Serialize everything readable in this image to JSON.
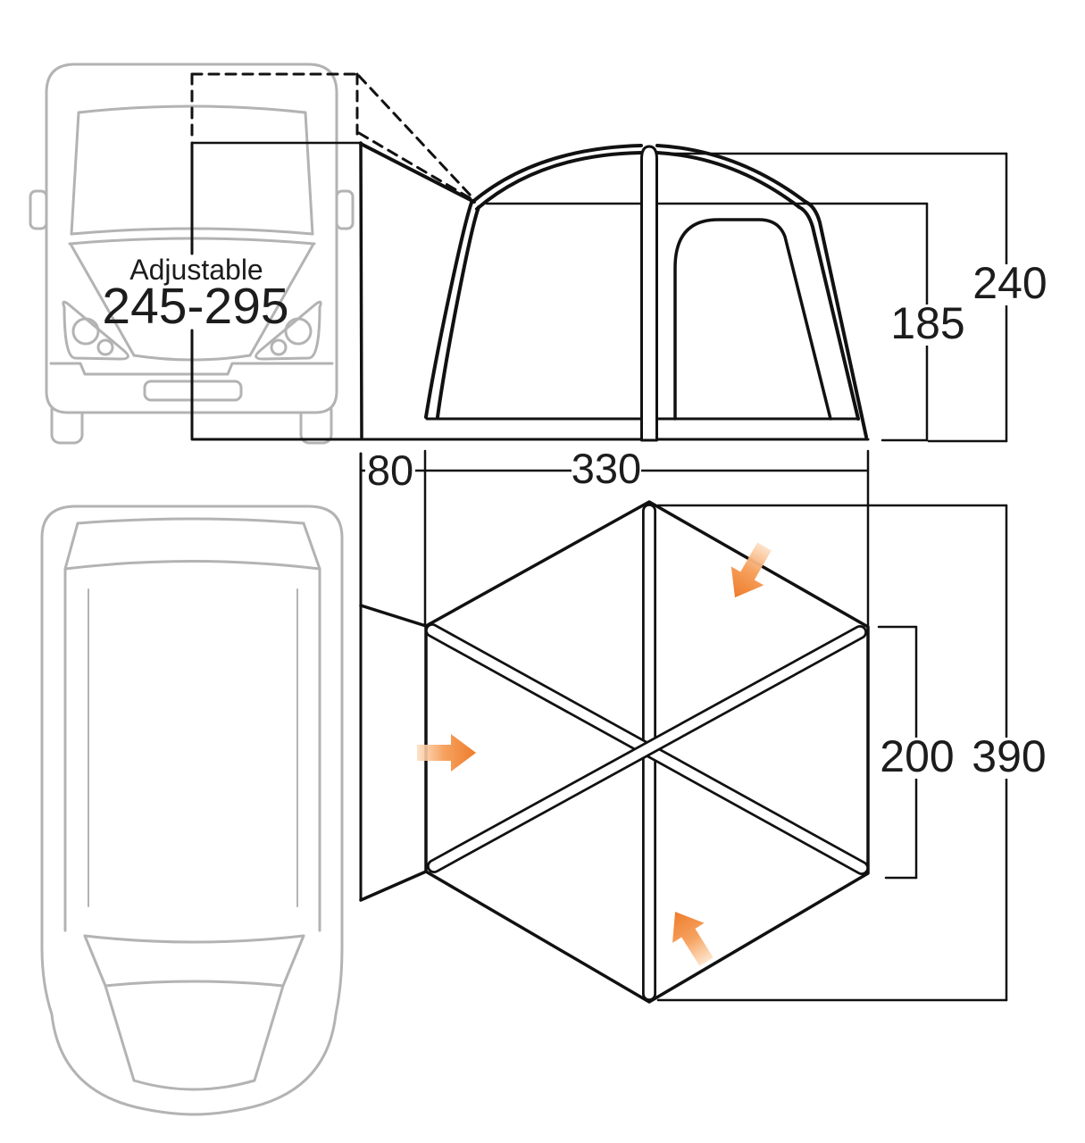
{
  "diagram": {
    "front_view": {
      "adjustable_label": "Adjustable",
      "adjustable_range": "245-295"
    },
    "side_view": {
      "total_height": "240",
      "door_height": "185"
    },
    "plan_view": {
      "gap_depth": "80",
      "awning_width": "330",
      "rear_width": "200",
      "total_depth": "390"
    }
  },
  "colors": {
    "line": "#111111",
    "van_outline": "#b3b3b3",
    "arrow_head": "#ee7c2b",
    "arrow_mid": "#f6a361",
    "arrow_tail": "#fdddc0"
  }
}
